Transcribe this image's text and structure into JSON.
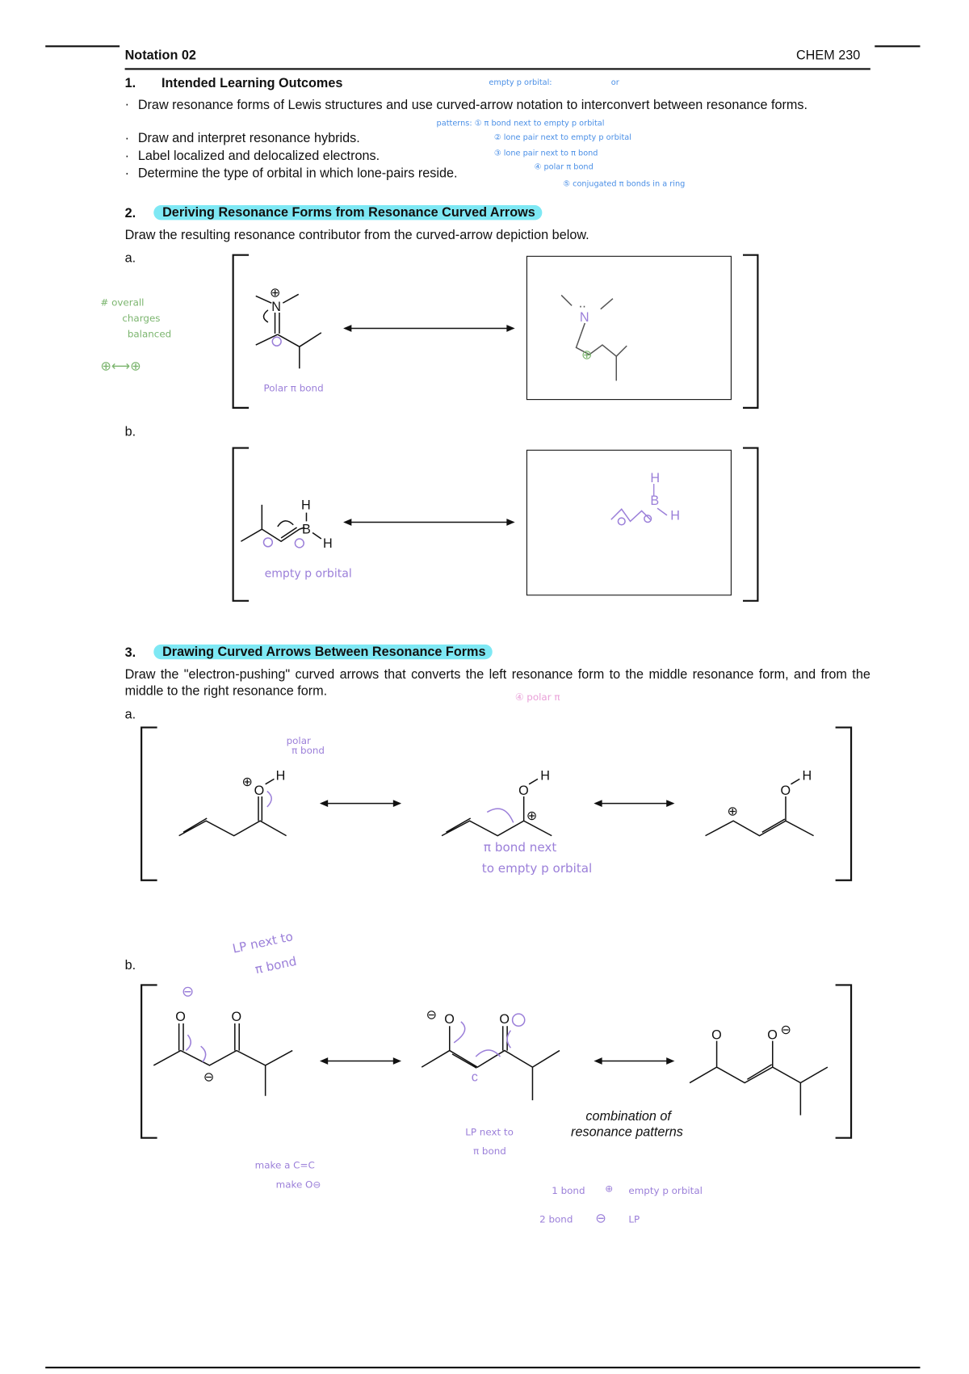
{
  "header": {
    "left": "Notation 02",
    "right": "CHEM 230"
  },
  "s1": {
    "num": "1.",
    "title": "Intended Learning Outcomes",
    "bullets": [
      "Draw resonance forms of Lewis structures and use curved-arrow notation to interconvert between resonance forms.",
      "Draw and interpret resonance hybrids.",
      "Label localized and delocalized electrons.",
      "Determine the type of orbital in which lone-pairs reside."
    ],
    "notes": [
      "empty p orbital:",
      "or",
      "patterns: ① π bond next to empty p orbital",
      "② lone pair next to empty p orbital",
      "③ lone pair next to π bond",
      "④ polar π bond",
      "⑤ conjugated π bonds in a ring"
    ]
  },
  "s2": {
    "num": "2.",
    "title": "Deriving Resonance Forms from Resonance Curved Arrows",
    "instruction": "Draw the resulting resonance contributor from the curved-arrow depiction below.",
    "a": {
      "label": "a.",
      "atoms": {
        "n": "N",
        "plus": "⊕"
      },
      "note": "Polar π bond",
      "side_notes": [
        "# overall",
        "charges",
        "balanced",
        "⊕⟷⊕"
      ],
      "answer": {
        "n": "N",
        "dots": "..",
        "plus": "⊕"
      }
    },
    "b": {
      "label": "b.",
      "atoms": {
        "b": "B",
        "h1": "H",
        "h2": "H"
      },
      "note": "empty p orbital",
      "answer": {
        "h1": "H",
        "b": "B",
        "h2": "H",
        "dash": "|"
      }
    }
  },
  "s3": {
    "num": "3.",
    "title": "Drawing Curved Arrows Between Resonance Forms",
    "instruction": "Draw the \"electron-pushing\" curved arrows that converts the left resonance form to the middle resonance form, and from the middle to the right resonance form.",
    "note_top": "④ polar π",
    "a": {
      "label": "a.",
      "atoms": {
        "o": "O",
        "h": "H",
        "plus": "⊕"
      },
      "notes": [
        "polar",
        "π bond",
        "π bond next",
        "to empty p orbital"
      ]
    },
    "b": {
      "label": "b.",
      "atoms": {
        "o": "O",
        "minus": "⊖",
        "c": "c"
      },
      "caption": [
        "combination of",
        "resonance patterns"
      ],
      "notes": [
        "LP next to",
        "π bond",
        "LP next to",
        "π bond",
        "make a C=C",
        "make O⊖",
        "1 bond",
        "⊕",
        "empty p orbital",
        "2 bond",
        "⊖",
        "LP",
        "⊖"
      ]
    }
  }
}
